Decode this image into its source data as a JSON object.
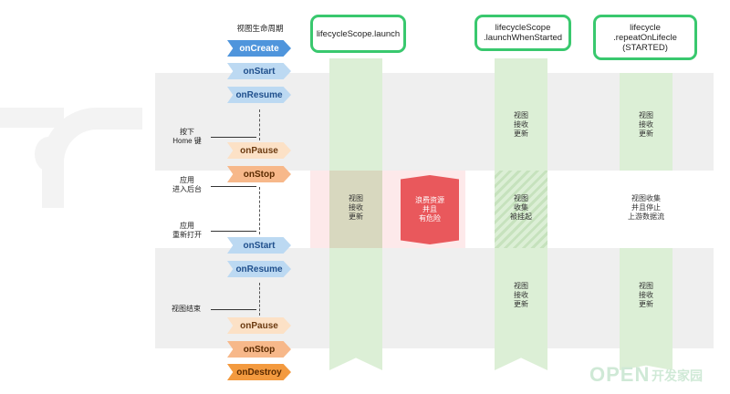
{
  "lifecycle_title": "视图生命周期",
  "stages": [
    {
      "label": "onCreate"
    },
    {
      "label": "onStart"
    },
    {
      "label": "onResume"
    },
    {
      "label": "onPause"
    },
    {
      "label": "onStop"
    },
    {
      "label": "onStart"
    },
    {
      "label": "onResume"
    },
    {
      "label": "onPause"
    },
    {
      "label": "onStop"
    },
    {
      "label": "onDestroy"
    }
  ],
  "events": {
    "home_key": [
      "按下",
      "Home 键"
    ],
    "to_background": [
      "应用",
      "进入后台"
    ],
    "reopen": [
      "应用",
      "重新打开"
    ],
    "view_end": "视图结束"
  },
  "columns": {
    "launch": {
      "header": "lifecycleScope.launch",
      "receive": [
        "视图",
        "接收",
        "更新"
      ]
    },
    "danger": [
      "浪费资源",
      "并且",
      "有危险"
    ],
    "when_started": {
      "header": [
        "lifecycleScope",
        ".launchWhenStarted"
      ],
      "receive_top": [
        "视图",
        "接收",
        "更新"
      ],
      "suspended": [
        "视图",
        "收集",
        "被挂起"
      ],
      "receive_bottom": [
        "视图",
        "接收",
        "更新"
      ]
    },
    "repeat": {
      "header": [
        "lifecycle",
        ".repeatOnLifecle",
        "(STARTED)"
      ],
      "receive_top": [
        "视图",
        "接收",
        "更新"
      ],
      "stopped": [
        "视图收集",
        "并且停止",
        "上游数据流"
      ],
      "receive_bottom": [
        "视图",
        "接收",
        "更新"
      ]
    }
  },
  "watermark": {
    "text": "OPEN",
    "suffix": "开发家园"
  },
  "colors": {
    "header_border": "#39c86e",
    "column_fill": "#dcefd6",
    "danger": "#e9585c",
    "band": "#efefef"
  }
}
